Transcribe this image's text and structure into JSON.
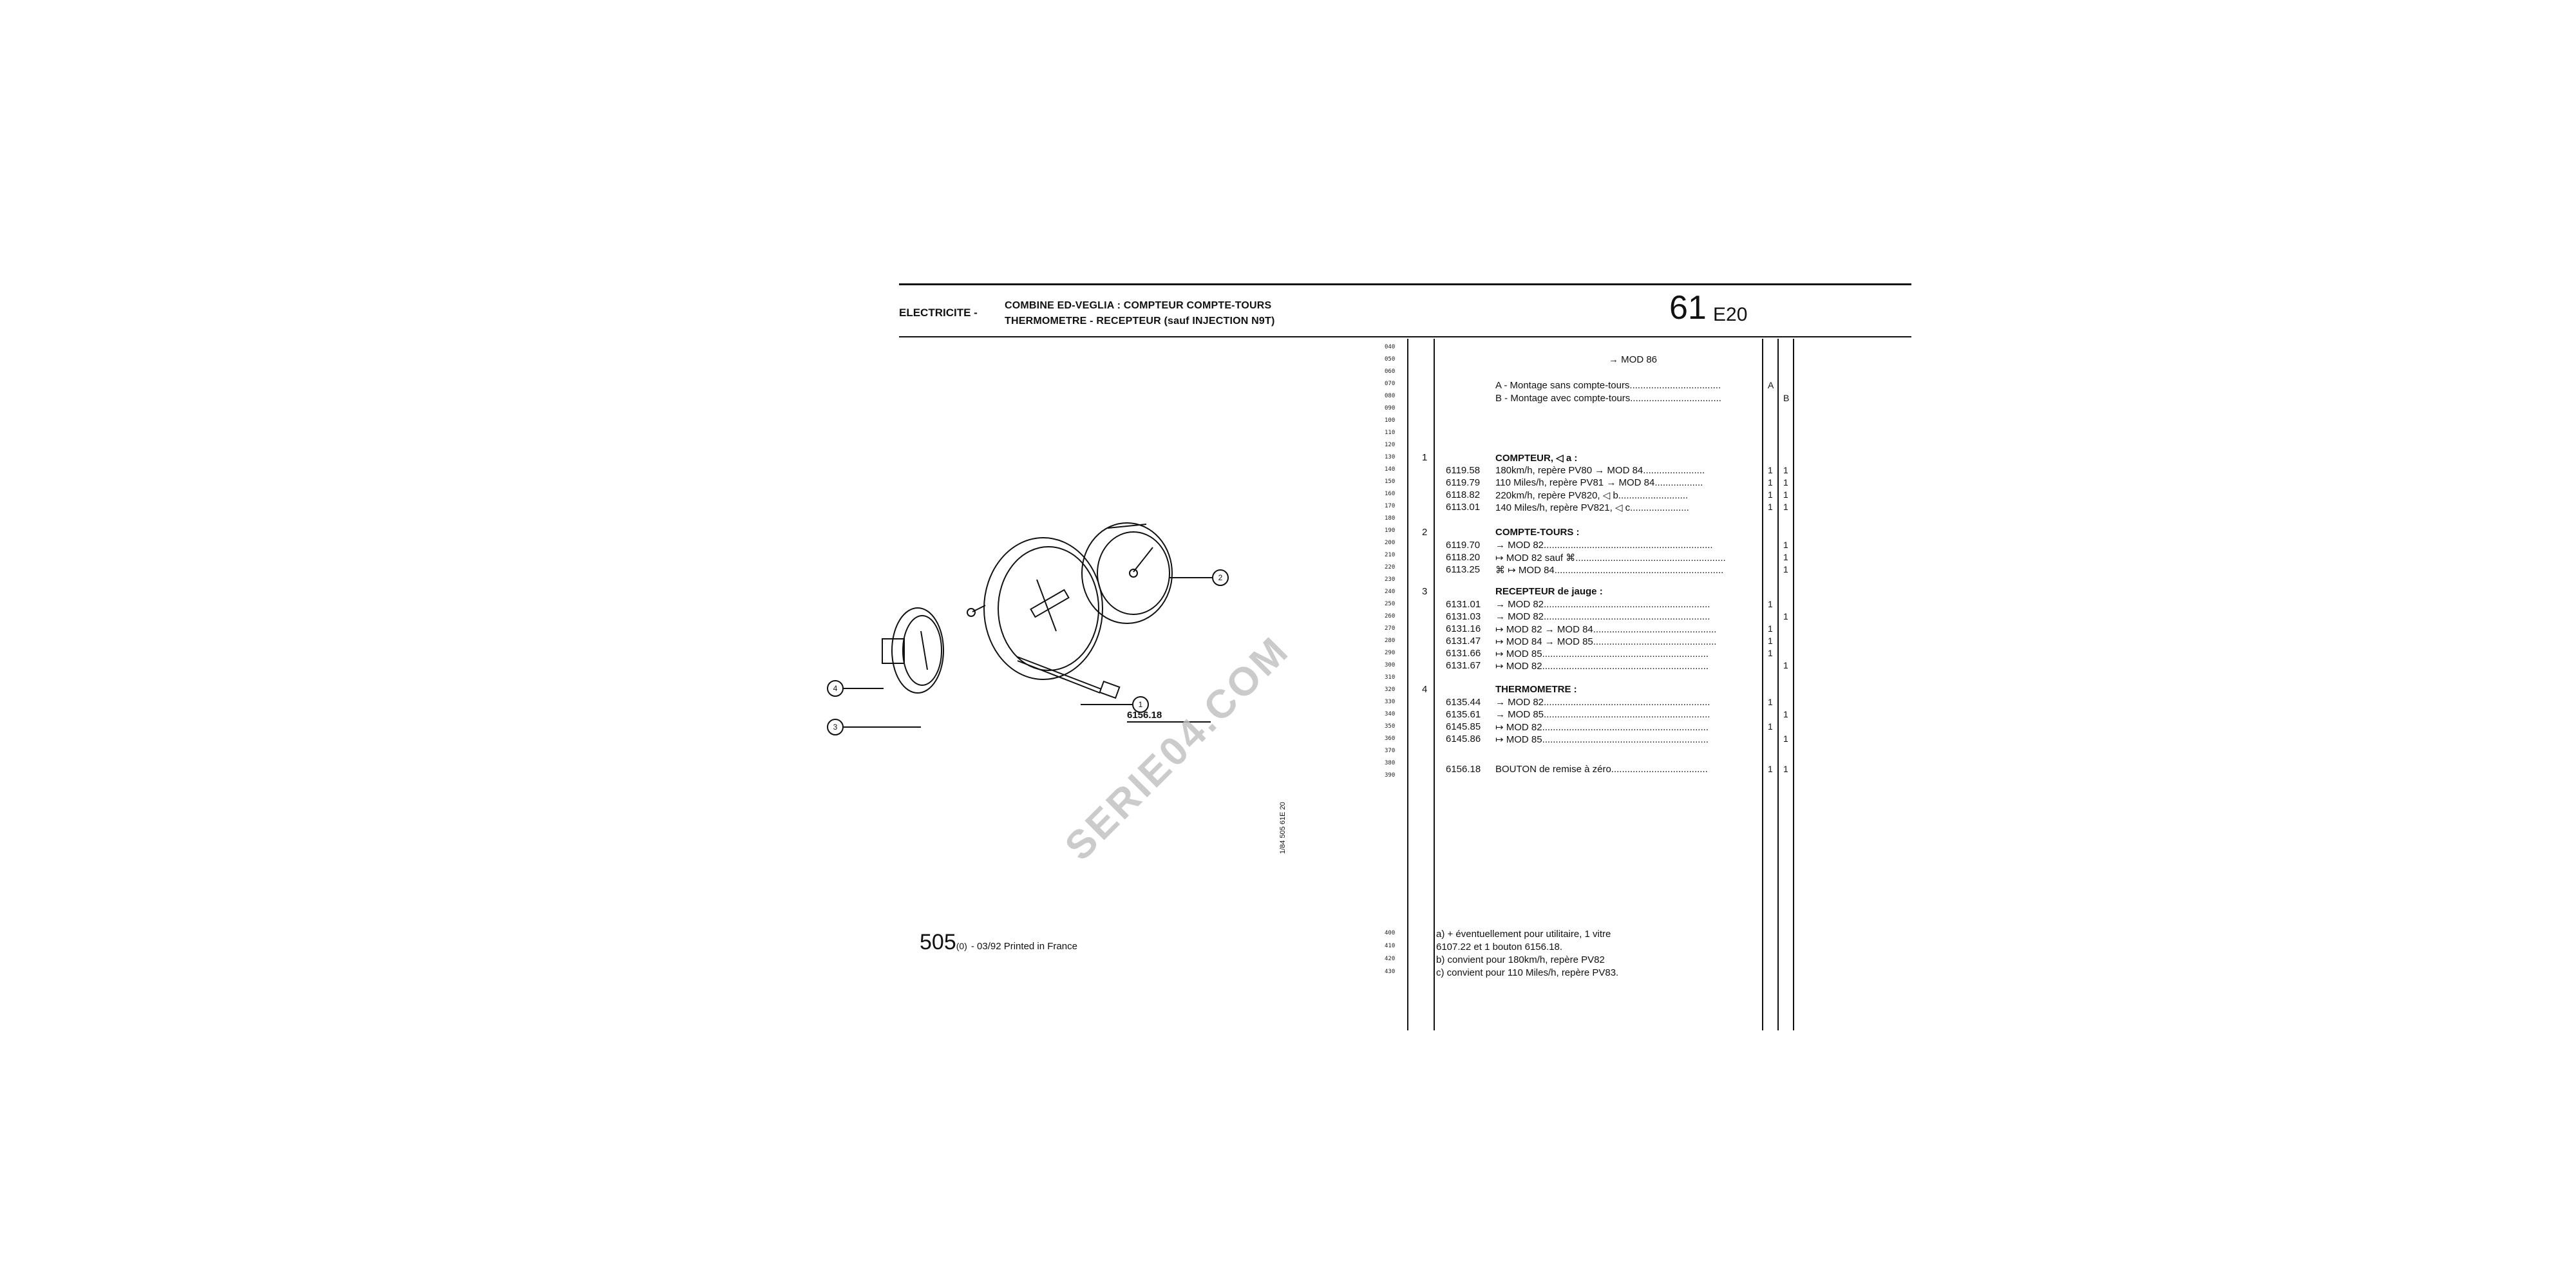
{
  "header": {
    "section": "ELECTRICITE -",
    "title_line1": "COMBINE ED-VEGLIA : COMPTEUR COMPTE-TOURS",
    "title_line2": "THERMOMETRE - RECEPTEUR (sauf INJECTION N9T)",
    "page_number": "61",
    "page_code": "E20"
  },
  "diagram": {
    "callout_1": "1",
    "callout_2": "2",
    "callout_3": "3",
    "callout_4": "4",
    "part_label": "6156.18"
  },
  "footer": {
    "model": "505",
    "model_sub": "(0)",
    "print_info": "- 03/92 Printed in France",
    "side_code": "1/84 505 61E 20"
  },
  "watermark": "SERIE04.COM",
  "row_numbers": [
    "040",
    "050",
    "060",
    "070",
    "080",
    "090",
    "100",
    "110",
    "120",
    "130",
    "140",
    "150",
    "160",
    "170",
    "180",
    "190",
    "200",
    "210",
    "220",
    "230",
    "240",
    "250",
    "260",
    "270",
    "280",
    "290",
    "300",
    "310",
    "320",
    "330",
    "340",
    "350",
    "360",
    "370",
    "380",
    "390"
  ],
  "footer_row_numbers": [
    "400",
    "410",
    "420",
    "430"
  ],
  "parts": {
    "mod86": "→ MOD 86",
    "mount_a": "A - Montage sans compte-tours..................................",
    "mount_a_flag": "A",
    "mount_b": "B - Montage avec compte-tours..................................",
    "mount_b_flag": "B",
    "g1": {
      "item": "1",
      "heading": "COMPTEUR, ◁ a :",
      "rows": [
        {
          "ref": "6119.58",
          "desc": "180km/h, repère PV80 → MOD 84.......................",
          "a": "1",
          "b": "1"
        },
        {
          "ref": "6119.79",
          "desc": "110 Miles/h, repère PV81 → MOD 84..................",
          "a": "1",
          "b": "1"
        },
        {
          "ref": "6118.82",
          "desc": "220km/h, repère PV820, ◁ b..........................",
          "a": "1",
          "b": "1"
        },
        {
          "ref": "6113.01",
          "desc": "140 Miles/h, repère PV821, ◁ c......................",
          "a": "1",
          "b": "1"
        }
      ]
    },
    "g2": {
      "item": "2",
      "heading": "COMPTE-TOURS :",
      "rows": [
        {
          "ref": "6119.70",
          "desc": "→ MOD 82...............................................................",
          "a": "",
          "b": "1"
        },
        {
          "ref": "6118.20",
          "desc": "↦ MOD 82 sauf ⌘........................................................",
          "a": "",
          "b": "1"
        },
        {
          "ref": "6113.25",
          "desc": "⌘ ↦ MOD 84...............................................................",
          "a": "",
          "b": "1"
        }
      ]
    },
    "g3": {
      "item": "3",
      "heading": "RECEPTEUR de jauge :",
      "rows": [
        {
          "ref": "6131.01",
          "desc": "→ MOD 82..............................................................",
          "a": "1",
          "b": ""
        },
        {
          "ref": "6131.03",
          "desc": "→ MOD 82..............................................................",
          "a": "",
          "b": "1"
        },
        {
          "ref": "6131.16",
          "desc": "↦ MOD 82 → MOD 84..............................................",
          "a": "1",
          "b": ""
        },
        {
          "ref": "6131.47",
          "desc": "↦ MOD 84 → MOD 85..............................................",
          "a": "1",
          "b": ""
        },
        {
          "ref": "6131.66",
          "desc": "↦ MOD 85..............................................................",
          "a": "1",
          "b": ""
        },
        {
          "ref": "6131.67",
          "desc": "↦ MOD 82..............................................................",
          "a": "",
          "b": "1"
        }
      ]
    },
    "g4": {
      "item": "4",
      "heading": "THERMOMETRE :",
      "rows": [
        {
          "ref": "6135.44",
          "desc": "→ MOD 82..............................................................",
          "a": "1",
          "b": ""
        },
        {
          "ref": "6135.61",
          "desc": "→ MOD 85..............................................................",
          "a": "",
          "b": "1"
        },
        {
          "ref": "6145.85",
          "desc": "↦ MOD 82..............................................................",
          "a": "1",
          "b": ""
        },
        {
          "ref": "6145.86",
          "desc": "↦ MOD 85..............................................................",
          "a": "",
          "b": "1"
        }
      ]
    },
    "button": {
      "ref": "6156.18",
      "desc": "BOUTON de remise à zéro....................................",
      "a": "1",
      "b": "1"
    }
  },
  "notes": {
    "n1": "a)  +  éventuellement pour utilitaire, 1 vitre",
    "n2": "      6107.22 et 1 bouton 6156.18.",
    "n3": "b) convient pour 180km/h, repère PV82",
    "n4": "c) convient pour 110 Miles/h, repère PV83."
  }
}
